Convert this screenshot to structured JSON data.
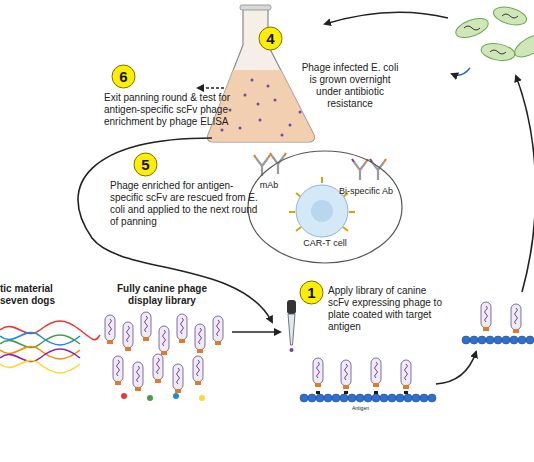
{
  "diagram": {
    "nodes": [
      {
        "text": [
          "4"
        ]
      },
      {
        "text": [
          "6"
        ]
      },
      {
        "text": [
          "5"
        ]
      },
      {
        "text": [
          "mAb",
          "Bi-specific Ab",
          "CAR-T cell"
        ]
      },
      {
        "text": [
          "1"
        ]
      }
    ],
    "labels": [
      "Phage infected E. coli is grown overnight under antibiotic resistance",
      "Exit panning round & test for antigen-specific scFv phage enrichment by phage ELISA",
      "Phage enriched for antigen-specific scFv are rescued from E. coli and applied to the next round of panning",
      "tic material seven dogs",
      "Fully canine phage display library",
      "Apply library of canine scFv expressing phage to plate coated with target antigen",
      "Antigen"
    ]
  }
}
